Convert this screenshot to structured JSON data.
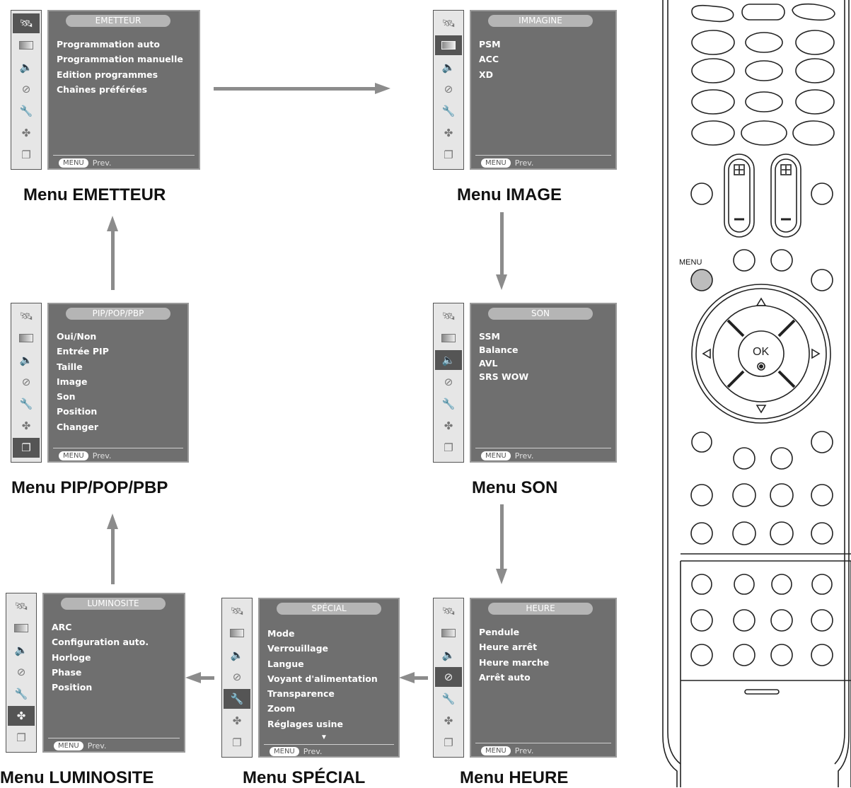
{
  "menus": {
    "emetteur": {
      "title": "EMETTEUR",
      "items": [
        "Programmation  auto",
        "Programmation  manuelle",
        "Edition  programmes",
        "Chaînes préférées"
      ],
      "footer_key": "MENU",
      "footer_text": "Prev.",
      "caption": "Menu EMETTEUR"
    },
    "image": {
      "title": "IMMAGINE",
      "items": [
        "PSM",
        "ACC",
        "XD"
      ],
      "footer_key": "MENU",
      "footer_text": "Prev.",
      "caption": "Menu IMAGE"
    },
    "pip": {
      "title": "PIP/POP/PBP",
      "items": [
        "Oui/Non",
        "Entrée PIP",
        "Taille",
        "Image",
        "Son",
        "Position",
        "Changer"
      ],
      "footer_key": "MENU",
      "footer_text": "Prev.",
      "caption": "Menu PIP/POP/PBP"
    },
    "son": {
      "title": "SON",
      "items": [
        "SSM",
        "Balance",
        "AVL",
        "SRS WOW"
      ],
      "footer_key": "MENU",
      "footer_text": "Prev.",
      "caption": "Menu SON"
    },
    "luminosite": {
      "title": "LUMINOSITE",
      "items": [
        "ARC",
        "Configuration auto.",
        "Horloge",
        "Phase",
        "Position"
      ],
      "footer_key": "MENU",
      "footer_text": "Prev.",
      "caption": "Menu LUMINOSITE"
    },
    "special": {
      "title": "SPÉCIAL",
      "items": [
        "Mode",
        "Verrouillage",
        "Langue",
        "Voyant d'alimentation",
        "Transparence",
        "Zoom",
        "Réglages usine"
      ],
      "more": "▼",
      "footer_key": "MENU",
      "footer_text": "Prev.",
      "caption": "Menu SPÉCIAL"
    },
    "heure": {
      "title": "HEURE",
      "items": [
        "Pendule",
        "Heure arrêt",
        "Heure marche",
        "Arrêt auto"
      ],
      "footer_key": "MENU",
      "footer_text": "Prev.",
      "caption": "Menu HEURE"
    }
  },
  "icons": [
    "satellite-dish-icon",
    "picture-icon",
    "speaker-icon",
    "clock-icon",
    "wrench-icon",
    "brightness-icon",
    "pip-icon"
  ],
  "remote": {
    "menu_label": "MENU",
    "ok_label": "OK"
  }
}
